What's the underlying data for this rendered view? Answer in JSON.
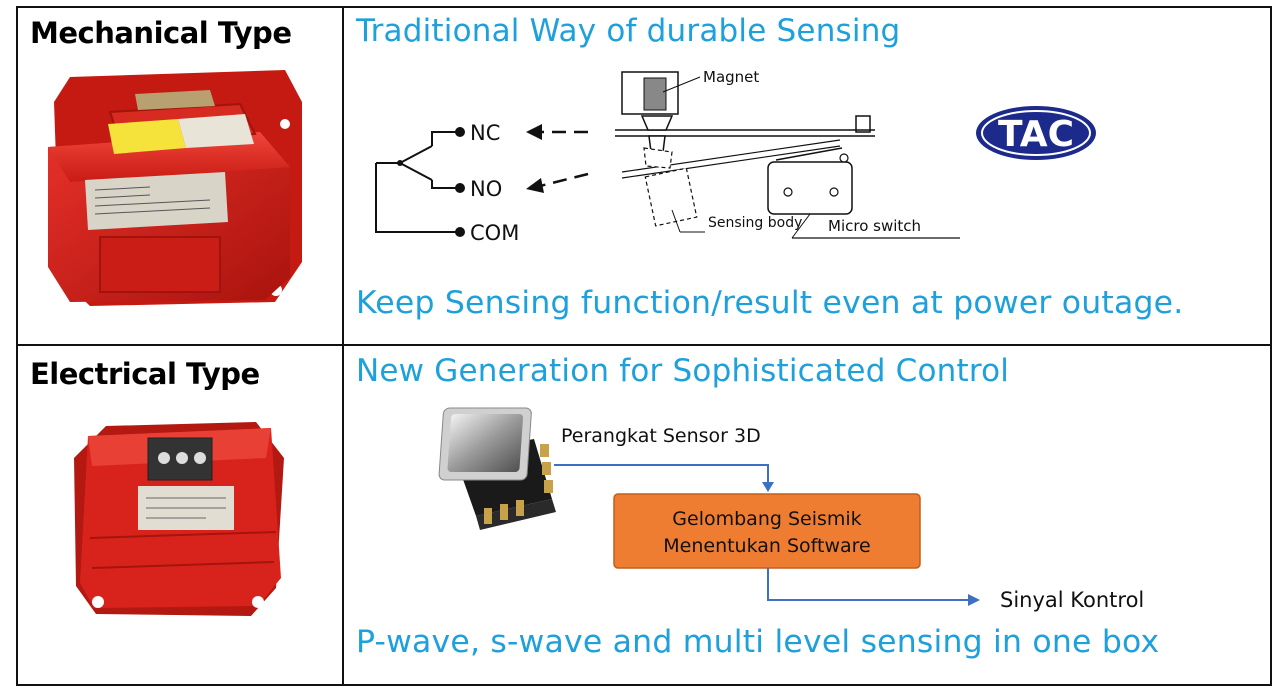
{
  "rows": [
    {
      "type_label": "Mechanical Type",
      "heading": "Traditional Way of durable Sensing",
      "footer": "Keep Sensing function/result even at power outage.",
      "diagram": {
        "switch_labels": {
          "nc": "NC",
          "no": "NO",
          "com": "COM"
        },
        "parts": {
          "magnet": "Magnet",
          "sensing_body": "Sensing body",
          "micro_switch": "Micro switch"
        },
        "logo_text": "TAC"
      }
    },
    {
      "type_label": "Electrical Type",
      "heading": "New Generation for Sophisticated Control",
      "footer": "P-wave, s-wave and multi level sensing in one box",
      "diagram": {
        "sensor_label": "Perangkat Sensor 3D",
        "box_line1": "Gelombang Seismik",
        "box_line2": "Menentukan Software",
        "output_label": "Sinyal Kontrol"
      }
    }
  ],
  "colors": {
    "accent_blue": "#1ea0dc",
    "box_orange": "#ef7d31",
    "arrow_blue": "#3d6fc4",
    "device_red": "#d8231c",
    "logo_navy": "#1c2a8c"
  }
}
